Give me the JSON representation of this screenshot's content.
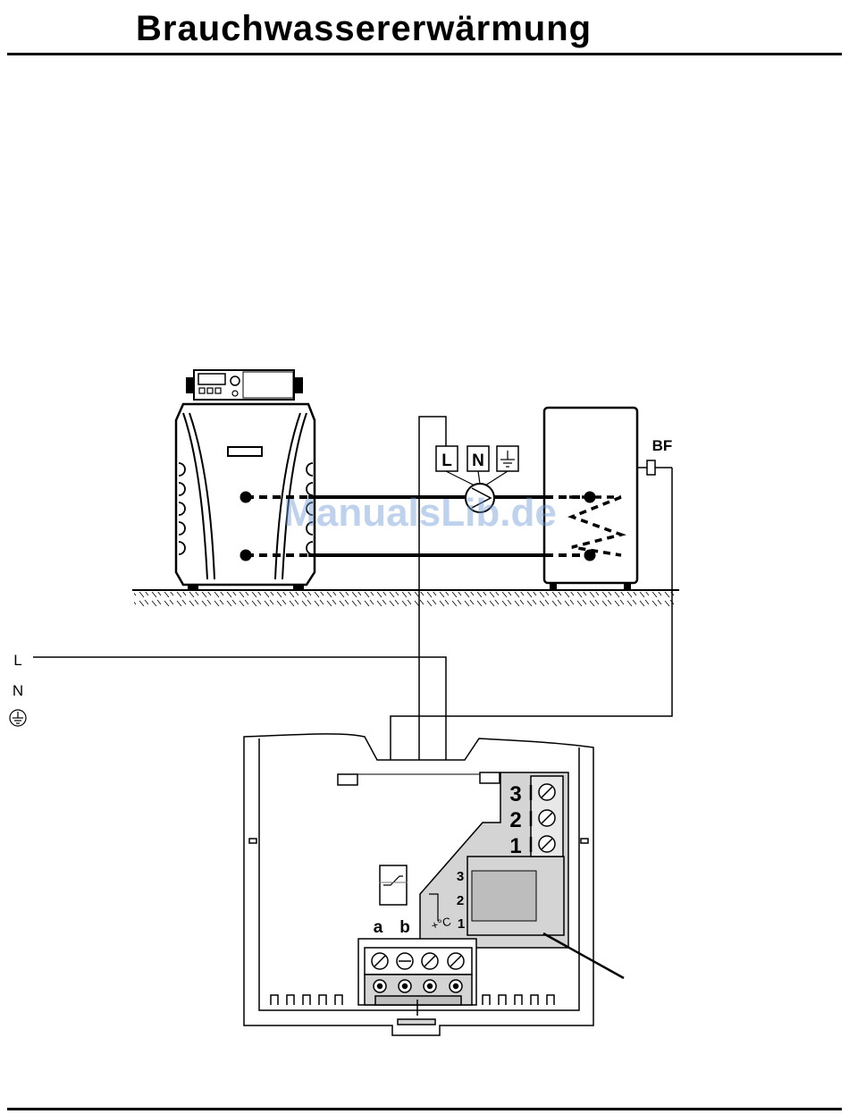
{
  "title": "Brauchwassererwärmung",
  "labels": {
    "terminal_L": "L",
    "terminal_N": "N",
    "mains_L": "L",
    "mains_N": "N",
    "sensor_BF": "BF",
    "terminal_1": "1",
    "terminal_2": "2",
    "terminal_3": "3",
    "thermostat_a": "a",
    "thermostat_b": "b",
    "thermostat_3": "3",
    "thermostat_2": "2",
    "thermostat_1": "1",
    "thermostat_unit": "+°C"
  },
  "watermark": "ManualsLib.de",
  "colors": {
    "line": "#000000",
    "panel_fill": "#d4d4d4",
    "watermark": "#6f9bd8"
  },
  "icons": [
    "ground-icon",
    "pump-icon",
    "screw-terminal-icon",
    "thermostat-icon"
  ]
}
